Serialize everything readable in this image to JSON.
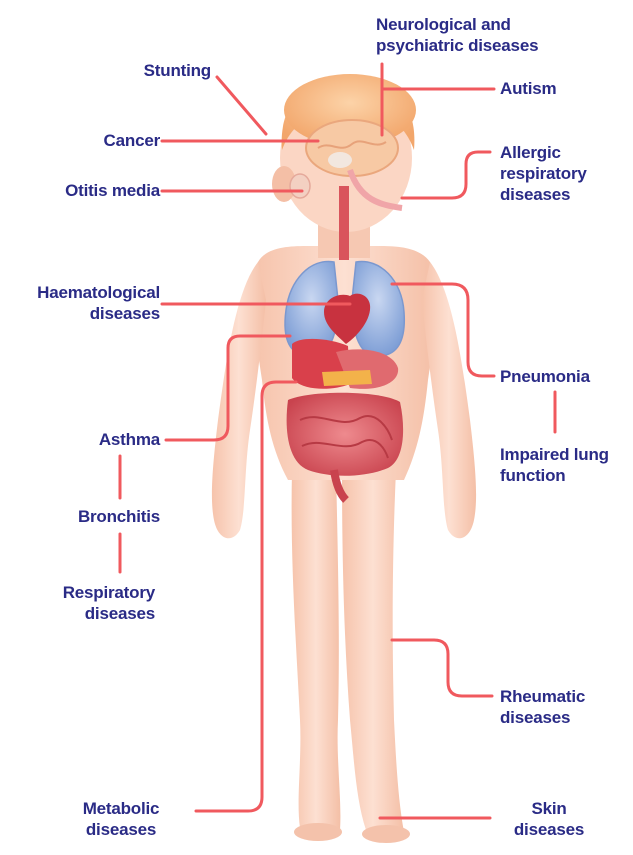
{
  "labels": {
    "neurological": "Neurological and psychiatric diseases",
    "neurological_line1": "Neurological and",
    "neurological_line2": "psychiatric diseases",
    "stunting": "Stunting",
    "autism": "Autism",
    "cancer": "Cancer",
    "allergic_line1": "Allergic",
    "allergic_line2": "respiratory",
    "allergic_line3": "diseases",
    "otitis": "Otitis media",
    "haematological_line1": "Haematological",
    "haematological_line2": "diseases",
    "pneumonia": "Pneumonia",
    "impaired_line1": "Impaired lung",
    "impaired_line2": "function",
    "asthma": "Asthma",
    "bronchitis": "Bronchitis",
    "respiratory_line1": "Respiratory",
    "respiratory_line2": "diseases",
    "rheumatic_line1": "Rheumatic",
    "rheumatic_line2": "diseases",
    "metabolic_line1": "Metabolic",
    "metabolic_line2": "diseases",
    "skin_line1": "Skin",
    "skin_line2": "diseases"
  },
  "colors": {
    "label_text": "#2a2b86",
    "connector": "#f0595e",
    "skin": "#fbd3c0",
    "hair": "#f7b985",
    "lung": "#9fb8e3",
    "organ": "#d94b55"
  }
}
